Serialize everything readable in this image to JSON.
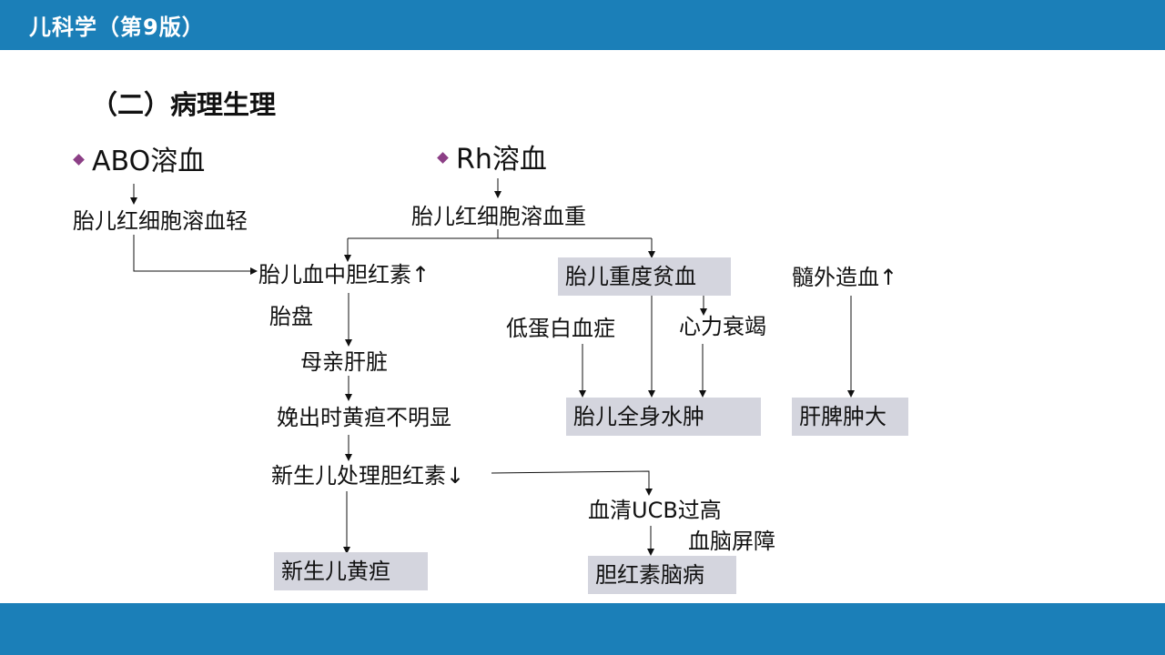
{
  "header": {
    "title": "儿科学（第9版）"
  },
  "section_title": "（二）病理生理",
  "diagram": {
    "abo_heading": "ABO溶血",
    "rh_heading": "Rh溶血",
    "abo_mild": "胎儿红细胞溶血轻",
    "rh_severe": "胎儿红细胞溶血重",
    "fetal_bilirubin_up": "胎儿血中胆红素↑",
    "placenta": "胎盘",
    "maternal_liver": "母亲肝脏",
    "late_jaundice": "娩出时黄疸不明显",
    "newborn_processing": "新生儿处理胆红素↓",
    "neonatal_jaundice": "新生儿黄疸",
    "severe_anemia": "胎儿重度贫血",
    "hypoproteinemia": "低蛋白血症",
    "heart_failure": "心力衰竭",
    "hydrops": "胎儿全身水肿",
    "extramedullary": "髓外造血↑",
    "hepatosplenomegaly": "肝脾肿大",
    "ucb_high": "血清UCB过高",
    "bbb": "血脑屏障",
    "kernicterus": "胆红素脑病"
  },
  "colors": {
    "bar": "#1b7fb8",
    "box": "#d4d5de",
    "bullet": "#8c3f86"
  }
}
